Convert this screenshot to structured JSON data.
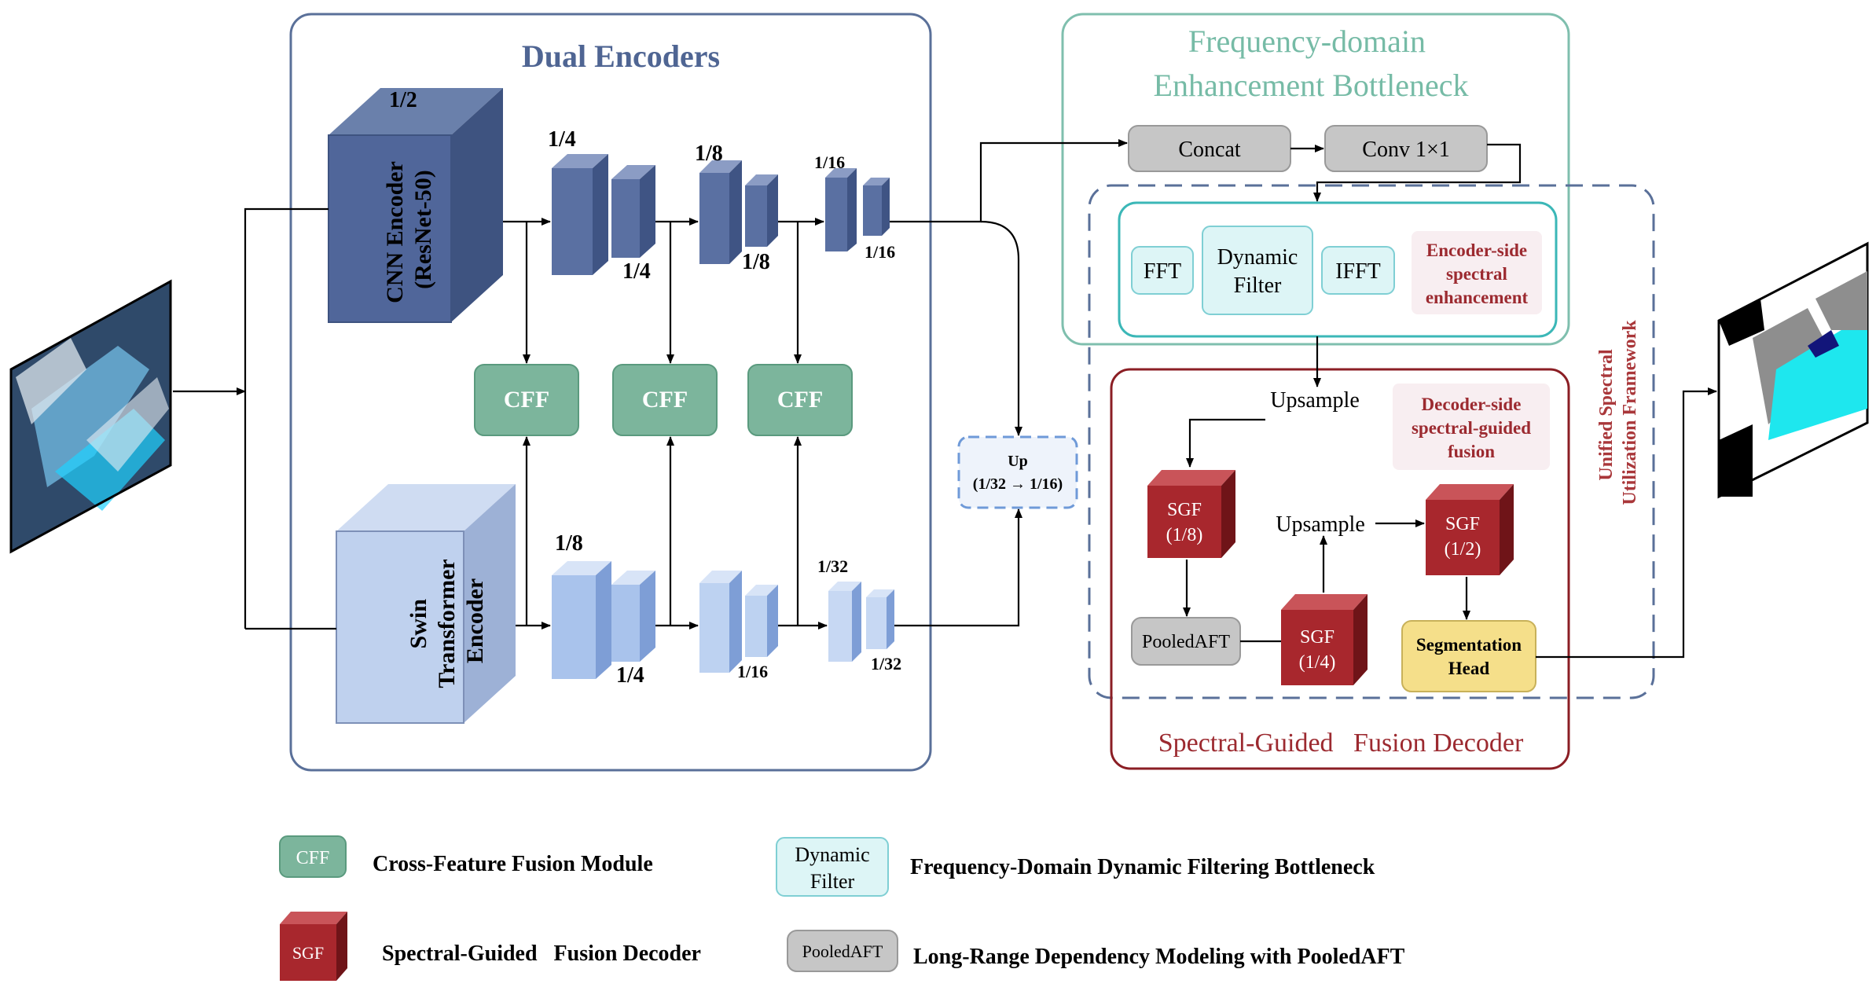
{
  "dual_encoders": {
    "title": "Dual Encoders",
    "cnn_encoder_line1": "CNN Encoder",
    "cnn_encoder_line2": "(ResNet-50)",
    "cnn_scale": "1/2",
    "swin_line1": "Swin",
    "swin_line2": "Transformer",
    "swin_line3": "Encoder",
    "cnn_labels": [
      "1/4",
      "1/4",
      "1/8",
      "1/8",
      "1/16",
      "1/16"
    ],
    "swin_labels": [
      "1/8",
      "1/4",
      "1/16",
      "1/32",
      "1/32"
    ],
    "cff_label": "CFF"
  },
  "upsample_box": {
    "line1": "Up",
    "line2": "(1/32 → 1/16)"
  },
  "bottleneck": {
    "title_line1": "Frequency-domain",
    "title_line2": "Enhancement Bottleneck",
    "concat": "Concat",
    "conv": "Conv 1×1",
    "fft": "FFT",
    "dynamic_line1": "Dynamic",
    "dynamic_line2": "Filter",
    "ifft": "IFFT",
    "encoder_side_line1": "Encoder-side",
    "encoder_side_line2": "spectral",
    "encoder_side_line3": "enhancement"
  },
  "framework_label_line1": "Unified Spectral",
  "framework_label_line2": "Utilization Framework",
  "decoder": {
    "title": "Spectral-Guided   Fusion Decoder",
    "upsample1": "Upsample",
    "upsample2": "Upsample",
    "decoder_side_line1": "Decoder-side",
    "decoder_side_line2": "spectral-guided",
    "decoder_side_line3": "fusion",
    "sgf_label": "SGF",
    "sgf_scales": [
      "(1/8)",
      "(1/4)",
      "(1/2)"
    ],
    "pooled": "PooledAFT",
    "seg_line1": "Segmentation",
    "seg_line2": "Head"
  },
  "legend": {
    "cff_icon": "CFF",
    "cff_desc": "Cross-Feature Fusion Module",
    "dyn_icon_line1": "Dynamic",
    "dyn_icon_line2": "Filter",
    "dyn_desc": "Frequency-Domain Dynamic Filtering Bottleneck",
    "sgf_icon": "SGF",
    "sgf_desc": "Spectral-Guided   Fusion Decoder",
    "pooled_icon": "PooledAFT",
    "pooled_desc": "Long-Range Dependency Modeling with PooledAFT"
  },
  "colors": {
    "encoder_border": "#5a7099",
    "cnn_blue": "#4f6593",
    "swin_blue": "#b3c8ea",
    "cff_green": "#7cb59c",
    "bottleneck_teal": "#7fbfae",
    "cyan_border": "#3bb7b7",
    "decoder_red": "#8b1e24",
    "sgf_red": "#a8272d",
    "seg_yellow": "#f5df8a",
    "gray_box": "#c6c6c6"
  }
}
